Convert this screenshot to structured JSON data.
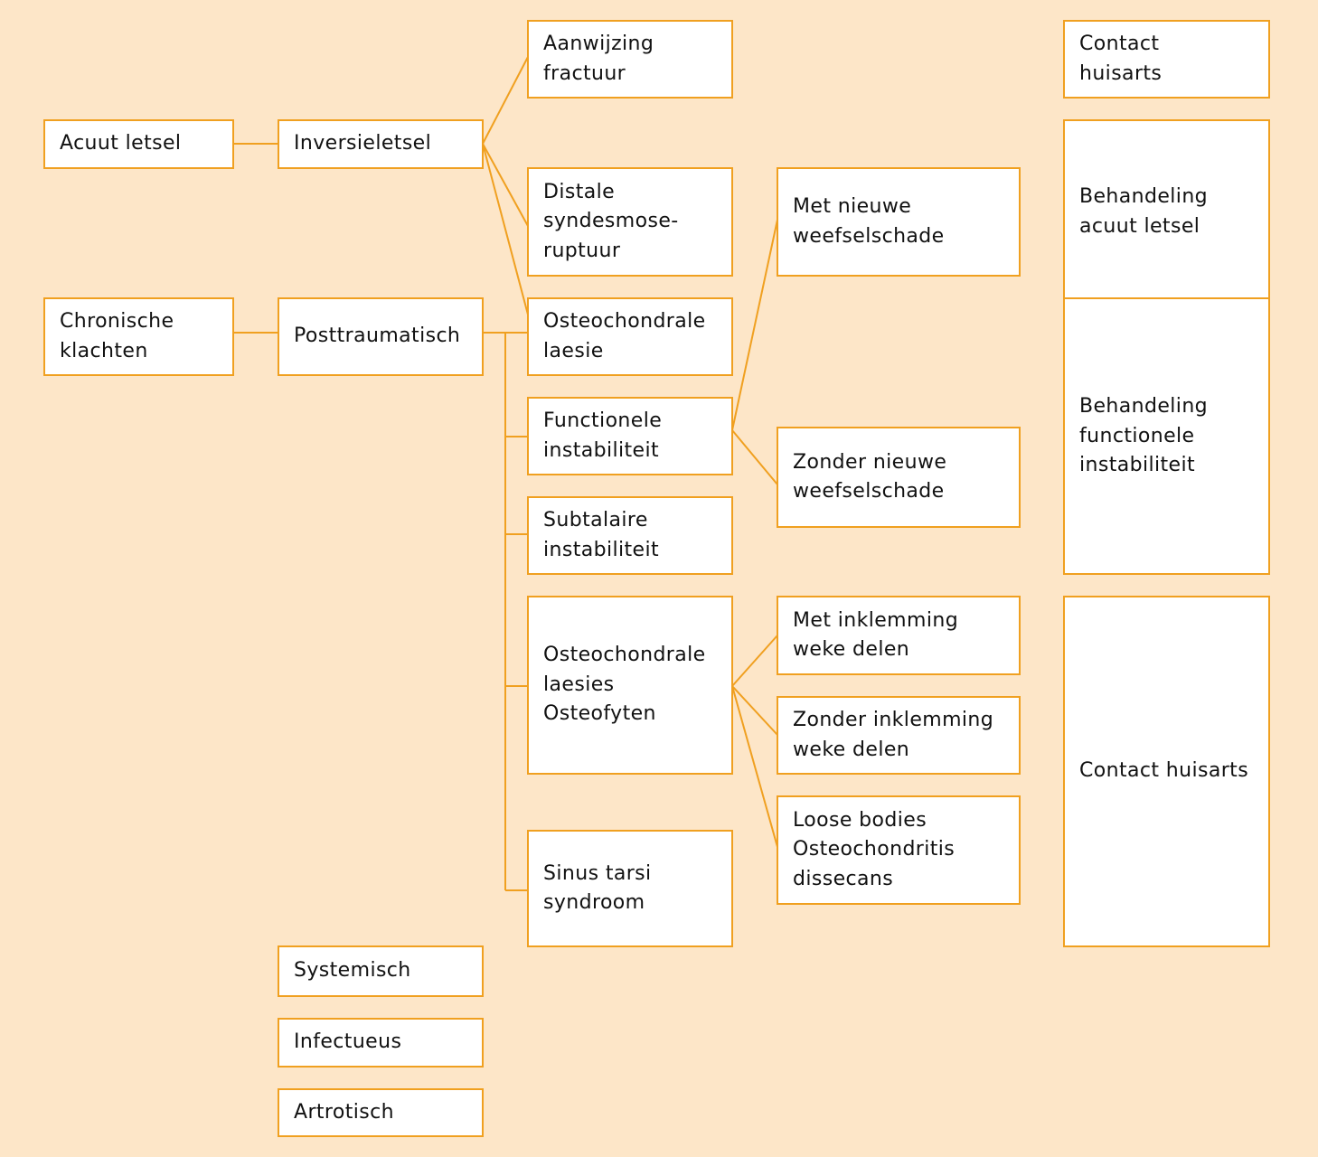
{
  "colors": {
    "background": "#fde6c8",
    "accent": "#f0a020",
    "box_fill": "#ffffff"
  },
  "boxes": {
    "acuut_letsel": "Acuut letsel",
    "chronische_klachten": "Chronische\nklachten",
    "inversieletsel": "Inversieletsel",
    "posttraumatisch": "Posttraumatisch",
    "systemisch": "Systemisch",
    "infectueus": "Infectueus",
    "artrotisch": "Artrotisch",
    "aanwijzing_fractuur": "Aanwijzing\nfractuur",
    "distale_syndesmoseruptuur": "Distale\nsyndesmose-\nruptuur",
    "osteochondrale_laesie": "Osteochondrale\nlaesie",
    "functionele_instabiliteit": "Functionele\ninstabiliteit",
    "subtalaire_instabiliteit": "Subtalaire\ninstabiliteit",
    "osteochondrale_laesies_osteofyten": "Osteochondrale\nlaesies\nOsteofyten",
    "sinus_tarsi_syndroom": "Sinus tarsi\nsyndroom",
    "met_nieuwe_weefselschade": "Met nieuwe\nweefselschade",
    "zonder_nieuwe_weefselschade": "Zonder nieuwe\nweefselschade",
    "met_inklemming": "Met inklemming\nweke delen",
    "zonder_inklemming": "Zonder inklemming\nweke delen",
    "loose_bodies": "Loose bodies\nOsteochondritis\ndissecans",
    "contact_huisarts_top": "Contact\nhuisarts",
    "behandeling_acuut_letsel": "Behandeling\nacuut letsel",
    "behandeling_functionele_instabiliteit": "Behandeling\nfunctionele\ninstabiliteit",
    "contact_huisarts_bottom": "Contact huisarts"
  }
}
